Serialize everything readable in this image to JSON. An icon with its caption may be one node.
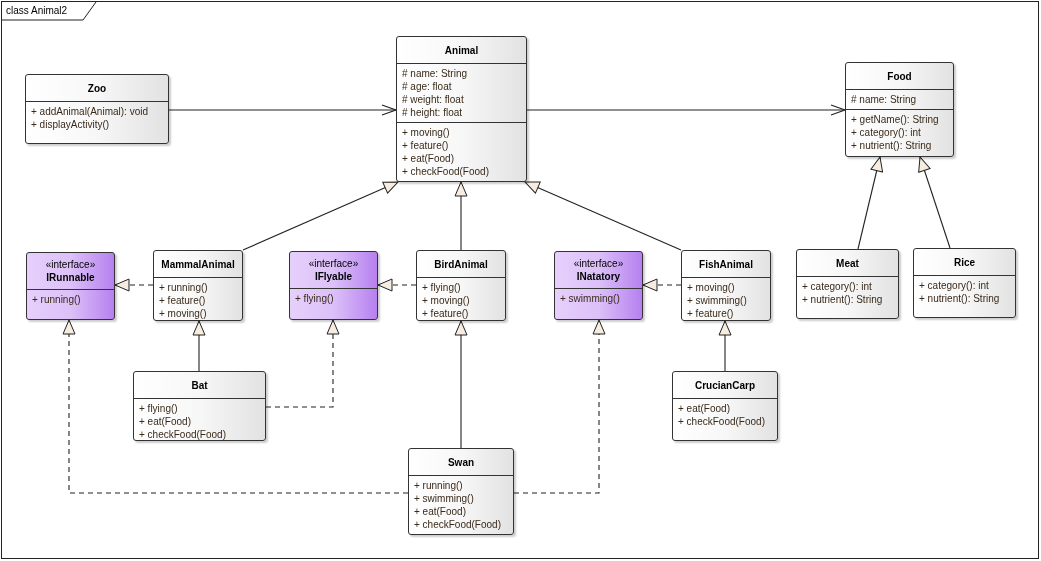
{
  "diagram": {
    "title": "class Animal2",
    "nodes": [
      {
        "text": [
          "Zoo",
          "+ addAnimal(Animal): void",
          "+ displayActivity()"
        ]
      },
      {
        "text": [
          "Animal",
          "# name: String",
          "# age: float",
          "# weight: float",
          "# height: float",
          "+ moving()",
          "+ feature()",
          "+ eat(Food)",
          "+ checkFood(Food)"
        ]
      },
      {
        "text": [
          "Food",
          "# name: String",
          "+ getName(): String",
          "+ category(): int",
          "+ nutrient(): String"
        ]
      },
      {
        "text": [
          "«interface»",
          "IRunnable",
          "+ running()"
        ]
      },
      {
        "text": [
          "MammalAnimal",
          "+ running()",
          "+ feature()",
          "+ moving()"
        ]
      },
      {
        "text": [
          "«interface»",
          "IFlyable",
          "+ flying()"
        ]
      },
      {
        "text": [
          "BirdAnimal",
          "+ flying()",
          "+ moving()",
          "+ feature()"
        ]
      },
      {
        "text": [
          "«interface»",
          "INatatory",
          "+ swimming()"
        ]
      },
      {
        "text": [
          "FishAnimal",
          "+ moving()",
          "+ swimming()",
          "+ feature()"
        ]
      },
      {
        "text": [
          "Meat",
          "+ category(): int",
          "+ nutrient(): String"
        ]
      },
      {
        "text": [
          "Rice",
          "+ category(): int",
          "+ nutrient(): String"
        ]
      },
      {
        "text": [
          "Bat",
          "+ flying()",
          "+ eat(Food)",
          "+ checkFood(Food)"
        ]
      },
      {
        "text": [
          "CrucianCarp",
          "+ eat(Food)",
          "+ checkFood(Food)"
        ]
      },
      {
        "text": [
          "Swan",
          "+ running()",
          "+ swimming()",
          "+ eat(Food)",
          "+ checkFood(Food)"
        ]
      }
    ],
    "edges": [
      {
        "from": 0,
        "to": 1,
        "arrow": "to"
      },
      {
        "from": 1,
        "to": 2,
        "arrow": "to"
      },
      {
        "from": 4,
        "to": 1,
        "arrow": "to"
      },
      {
        "from": 6,
        "to": 1,
        "arrow": "to"
      },
      {
        "from": 8,
        "to": 1,
        "arrow": "to"
      },
      {
        "from": 9,
        "to": 2,
        "arrow": "to"
      },
      {
        "from": 10,
        "to": 2,
        "arrow": "to"
      },
      {
        "from": 4,
        "to": 3,
        "arrow": "to",
        "style": "dashed"
      },
      {
        "from": 6,
        "to": 5,
        "arrow": "to",
        "style": "dashed"
      },
      {
        "from": 8,
        "to": 7,
        "arrow": "to",
        "style": "dashed"
      },
      {
        "from": 11,
        "to": 4,
        "arrow": "to"
      },
      {
        "from": 11,
        "to": 5,
        "arrow": "to",
        "style": "dashed"
      },
      {
        "from": 13,
        "to": 6,
        "arrow": "to"
      },
      {
        "from": 13,
        "to": 3,
        "arrow": "to",
        "style": "dashed"
      },
      {
        "from": 13,
        "to": 7,
        "arrow": "to",
        "style": "dashed"
      },
      {
        "from": 12,
        "to": 8,
        "arrow": "to"
      }
    ]
  }
}
